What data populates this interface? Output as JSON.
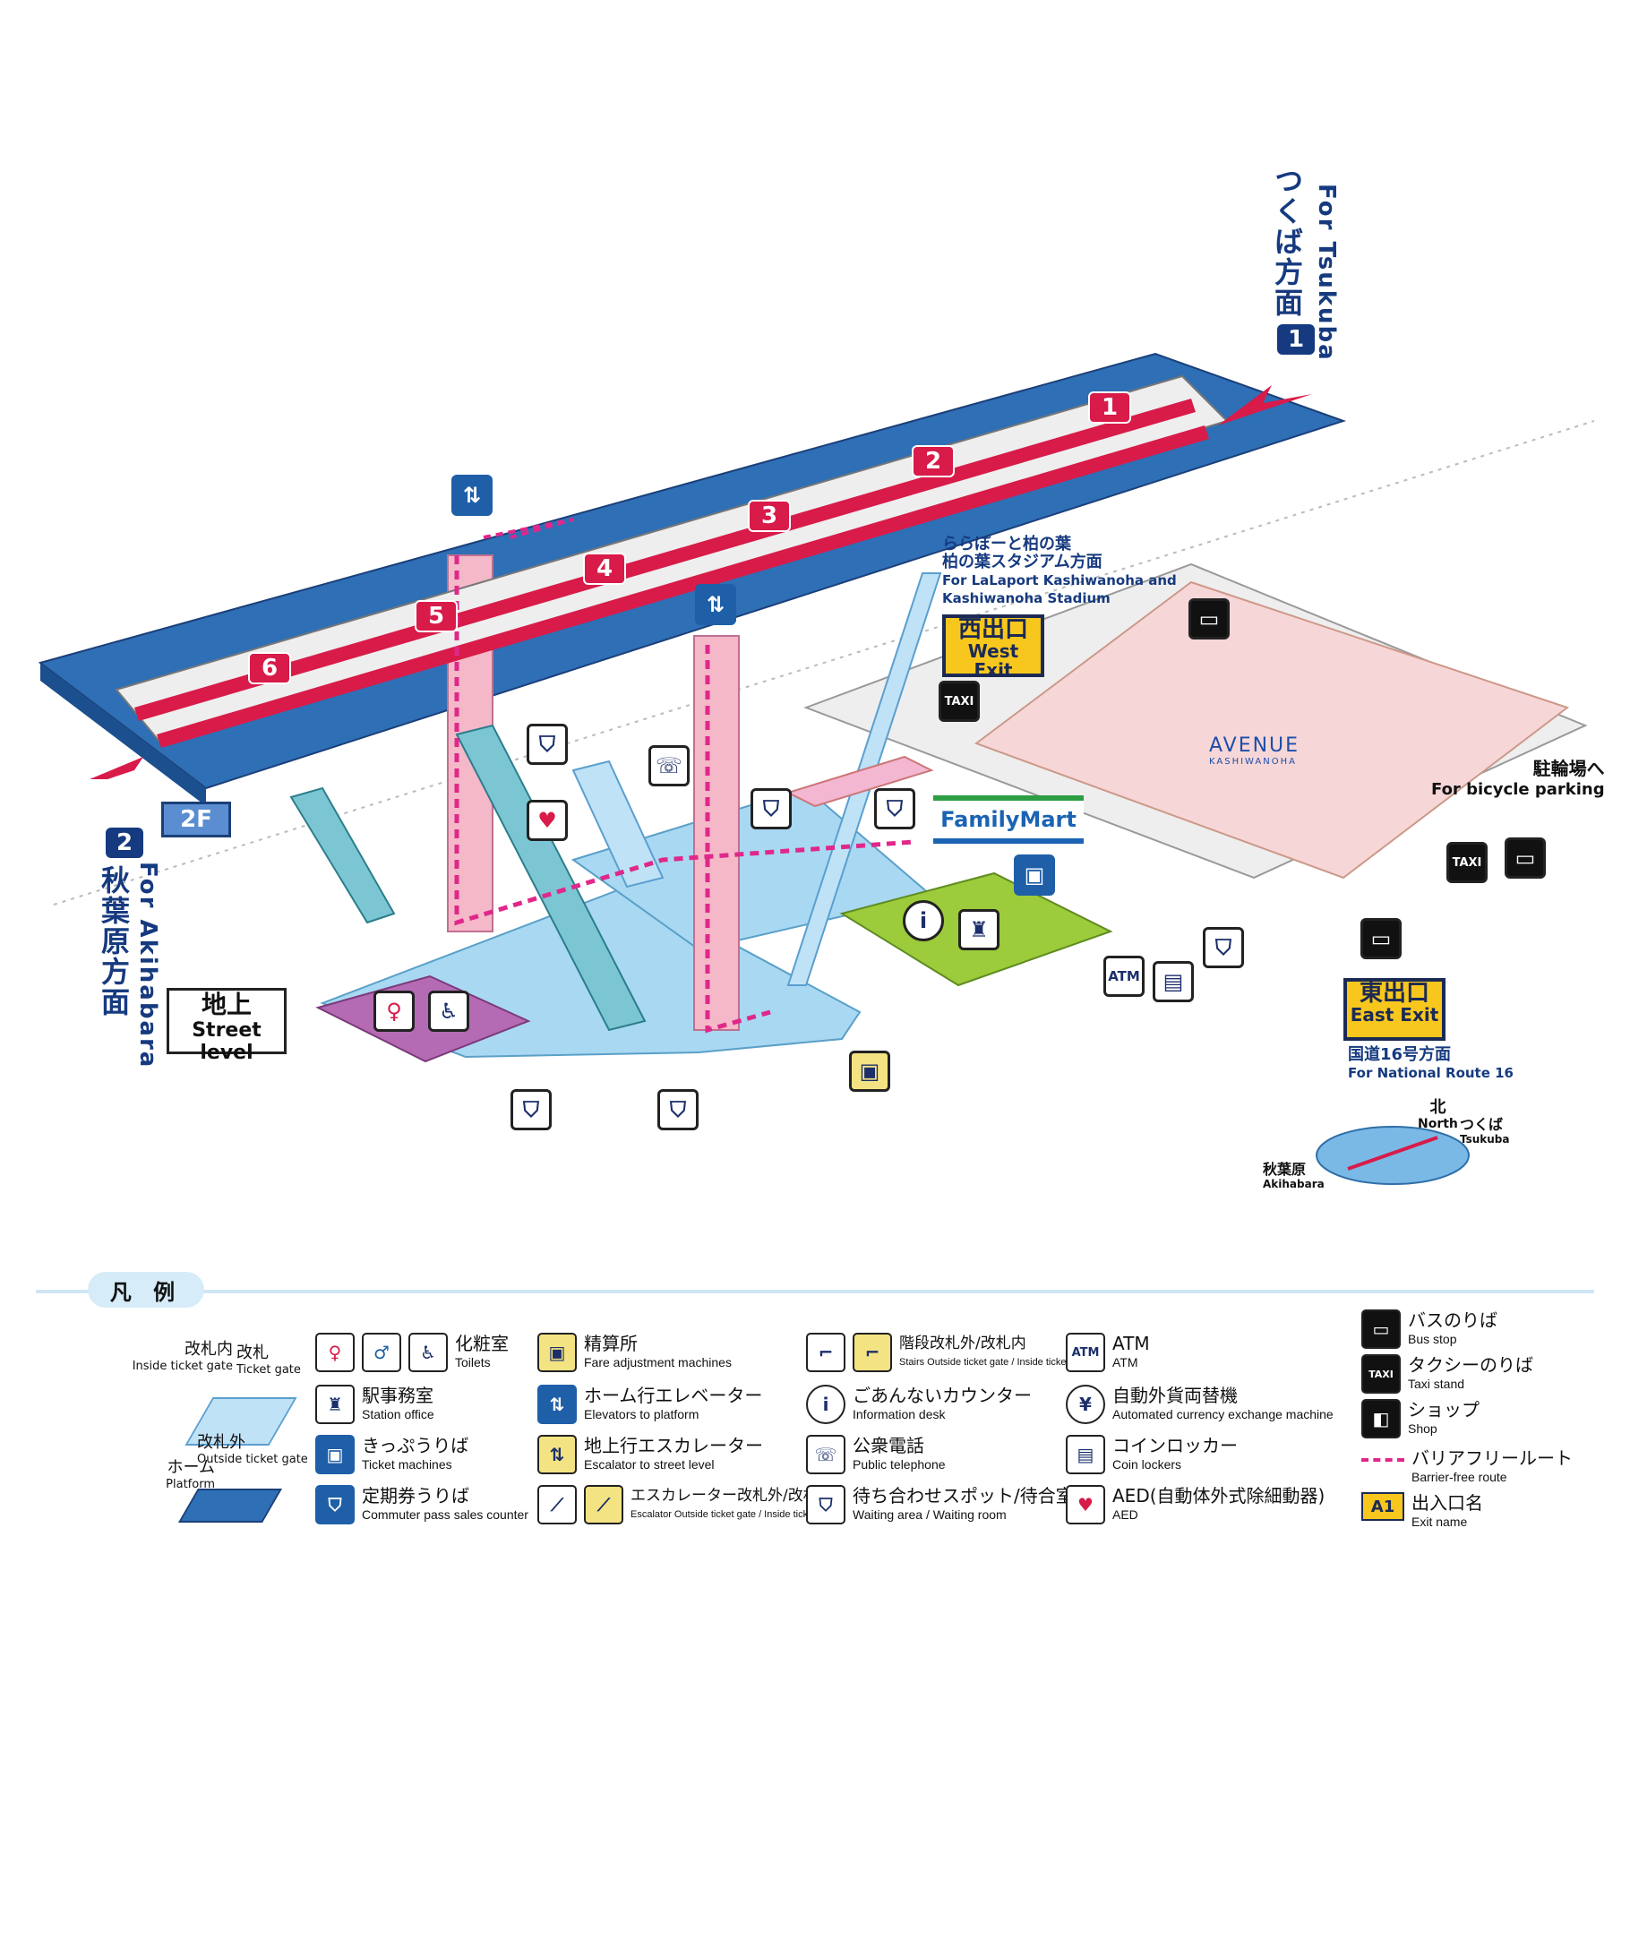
{
  "map": {
    "tsukuba_direction": {
      "jp": "つくば方面",
      "en": "For Tsukuba",
      "line_no": "1"
    },
    "akihabara_direction": {
      "jp": "秋葉原方面",
      "en": "For Akihabara",
      "line_no": "2"
    },
    "cars": [
      "1",
      "2",
      "3",
      "4",
      "5",
      "6"
    ],
    "floor_2f": "2F",
    "street_level": {
      "jp": "地上",
      "en": "Street level"
    },
    "lalaport_note": {
      "jp1": "ららぽーと柏の葉",
      "jp2": "柏の葉スタジアム方面",
      "en1": "For LaLaport Kashiwanoha and",
      "en2": "Kashiwanoha Stadium"
    },
    "west_exit": {
      "jp": "西出口",
      "en": "West Exit"
    },
    "east_exit": {
      "jp": "東出口",
      "en": "East Exit"
    },
    "route16": {
      "jp": "国道16号方面",
      "en": "For National Route 16"
    },
    "bicycle": {
      "jp": "駐輪場へ",
      "en": "For bicycle parking"
    },
    "familymart": "FamilyMart",
    "avenue": {
      "name": "AVENUE",
      "sub": "KASHIWANOHA"
    },
    "taxi": "TAXI",
    "atm": "ATM",
    "compass": {
      "north_jp": "北",
      "north_en": "North",
      "tsukuba_jp": "つくば",
      "tsukuba_en": "Tsukuba",
      "akihabara_jp": "秋葉原",
      "akihabara_en": "Akihabara"
    }
  },
  "legend": {
    "title": "凡 例",
    "gate_inside": {
      "jp": "改札内",
      "en": "Inside ticket gate"
    },
    "gate": {
      "jp": "改札",
      "en": "Ticket gate"
    },
    "gate_outside": {
      "jp": "改札外",
      "en": "Outside ticket gate"
    },
    "platform": {
      "jp": "ホーム",
      "en": "Platform"
    },
    "items": [
      {
        "jp": "化粧室",
        "en": "Toilets"
      },
      {
        "jp": "駅事務室",
        "en": "Station office"
      },
      {
        "jp": "きっぷうりば",
        "en": "Ticket machines"
      },
      {
        "jp": "定期券うりば",
        "en": "Commuter pass sales counter"
      },
      {
        "jp": "精算所",
        "en": "Fare adjustment machines"
      },
      {
        "jp": "ホーム行エレベーター",
        "en": "Elevators to platform"
      },
      {
        "jp": "地上行エスカレーター",
        "en": "Escalator to street level"
      },
      {
        "jp": "エスカレーター改札外/改札内",
        "en": "Escalator Outside ticket gate / Inside ticket gate"
      },
      {
        "jp": "階段改札外/改札内",
        "en": "Stairs Outside ticket gate / Inside ticket gate"
      },
      {
        "jp": "ごあんないカウンター",
        "en": "Information desk"
      },
      {
        "jp": "公衆電話",
        "en": "Public telephone"
      },
      {
        "jp": "待ち合わせスポット/待合室",
        "en": "Waiting area / Waiting room"
      },
      {
        "jp": "ATM",
        "en": "ATM"
      },
      {
        "jp": "自動外貨両替機",
        "en": "Automated currency exchange machine"
      },
      {
        "jp": "コインロッカー",
        "en": "Coin lockers"
      },
      {
        "jp": "AED(自動体外式除細動器)",
        "en": "AED"
      },
      {
        "jp": "バスのりば",
        "en": "Bus stop"
      },
      {
        "jp": "タクシーのりば",
        "en": "Taxi stand"
      },
      {
        "jp": "ショップ",
        "en": "Shop"
      },
      {
        "jp": "バリアフリールート",
        "en": "Barrier-free route"
      },
      {
        "jp": "出入口名",
        "en": "Exit name"
      }
    ],
    "exit_badge": "A1",
    "atm_icon": "ATM",
    "taxi_icon": "TAXI"
  }
}
